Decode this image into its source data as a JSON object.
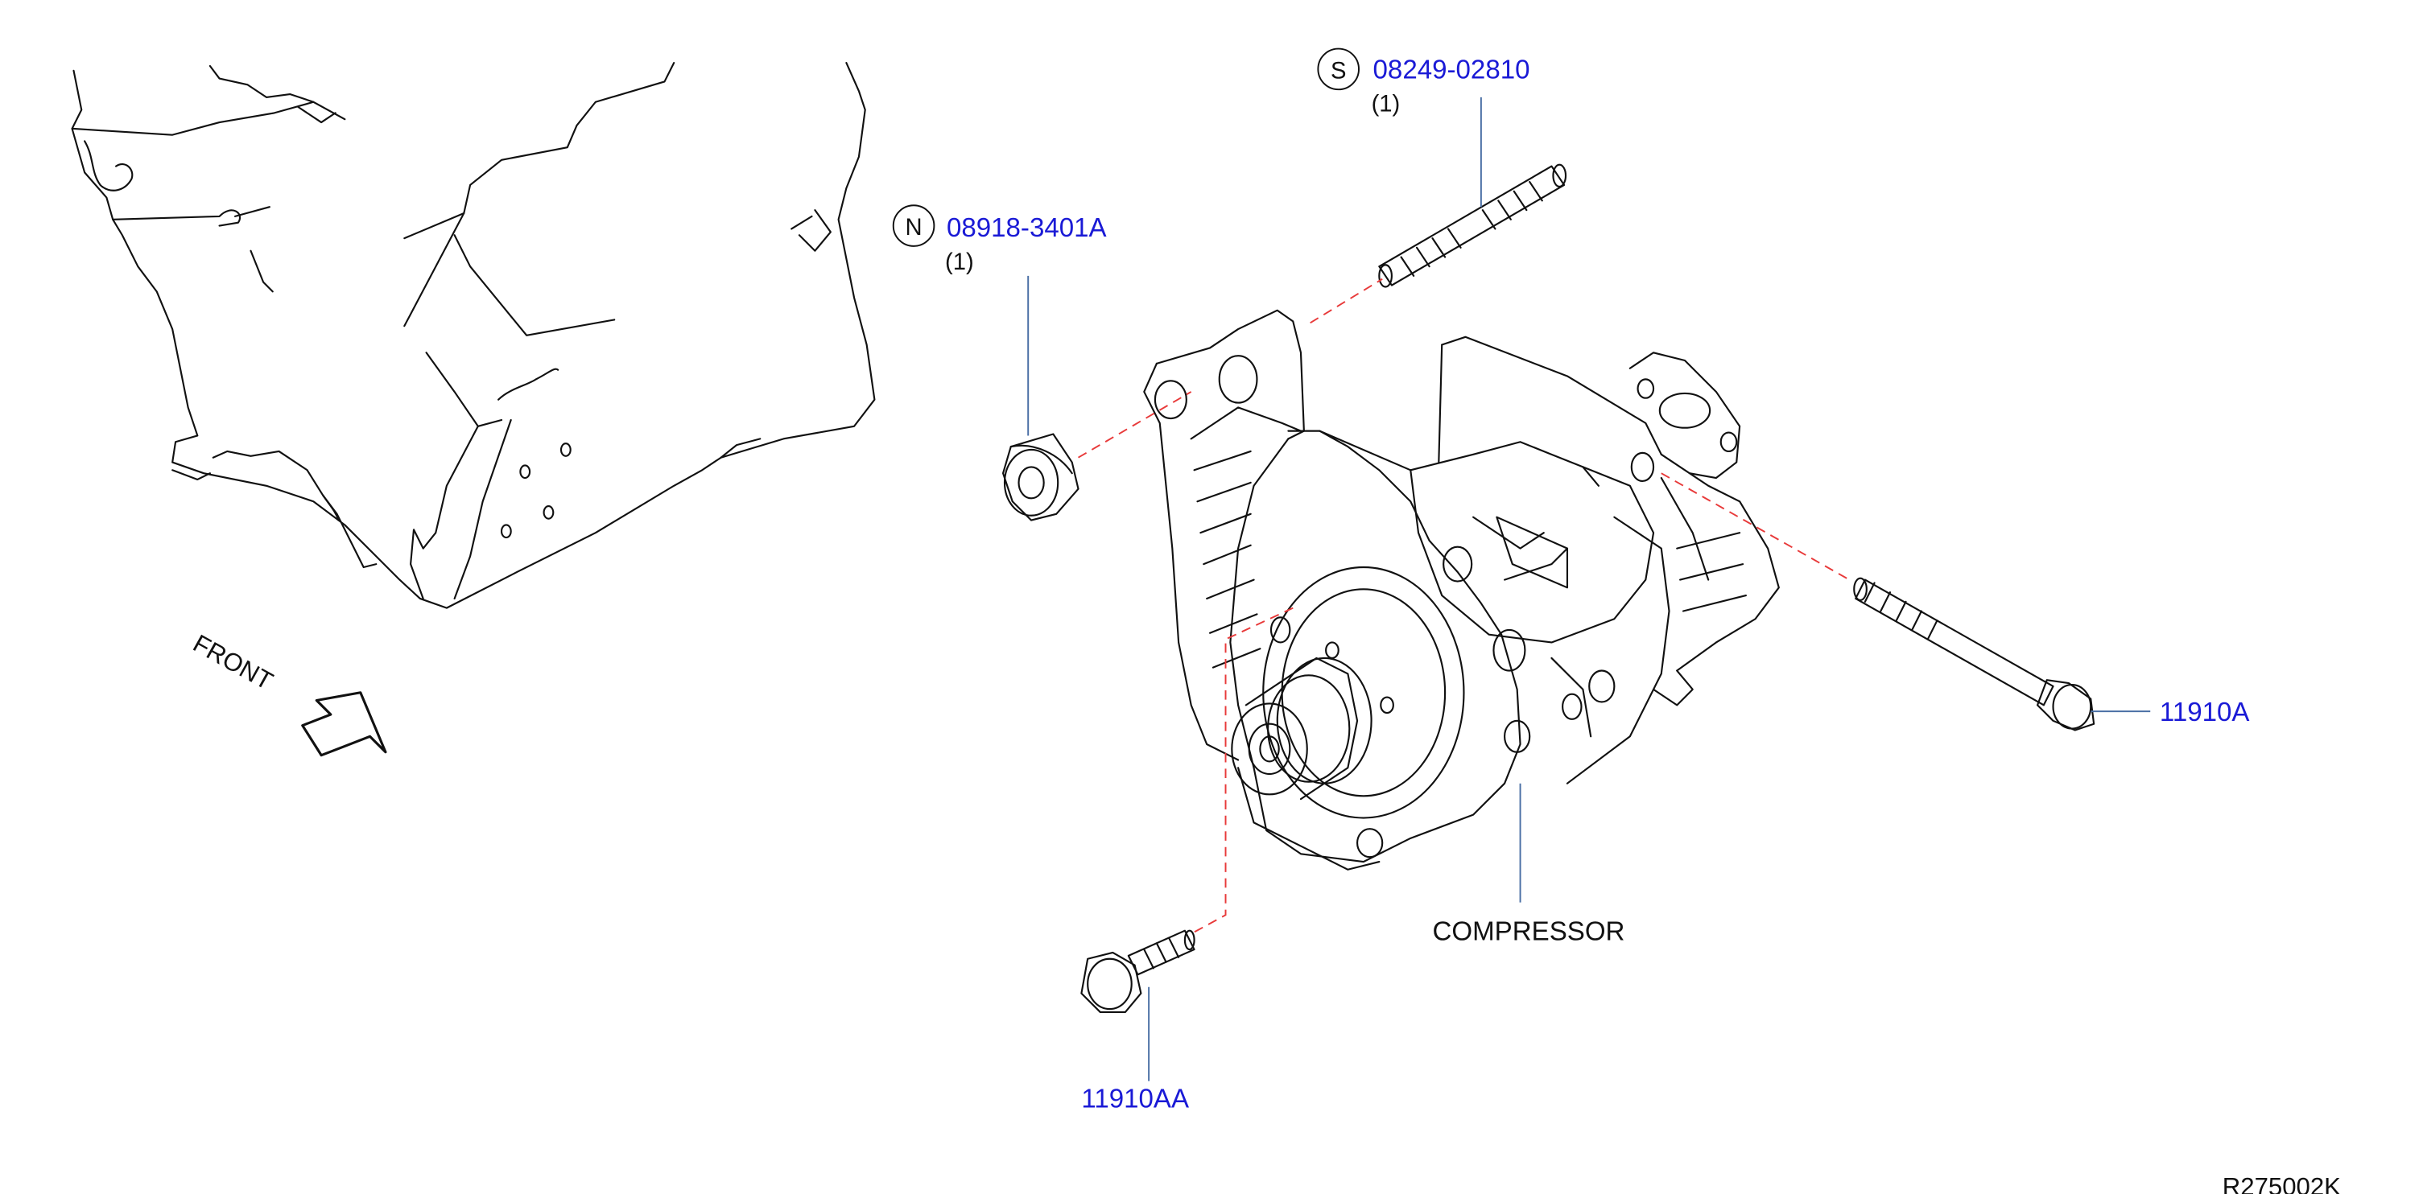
{
  "labels": {
    "stud": {
      "symbol": "S",
      "part_number": "08249-02810",
      "qty": "(1)"
    },
    "nut": {
      "symbol": "N",
      "part_number": "08918-3401A",
      "qty": "(1)"
    },
    "bolt_long": {
      "part_number": "11910A"
    },
    "bolt_short": {
      "part_number": "11910AA"
    },
    "compressor": {
      "name": "COMPRESSOR"
    },
    "front": {
      "text": "FRONT"
    },
    "ref_code": "R275002K"
  },
  "colors": {
    "part_number": "#1a1ad6",
    "leader": "#4a6fa5",
    "dashed": "#e83a3a",
    "line": "#111111"
  }
}
